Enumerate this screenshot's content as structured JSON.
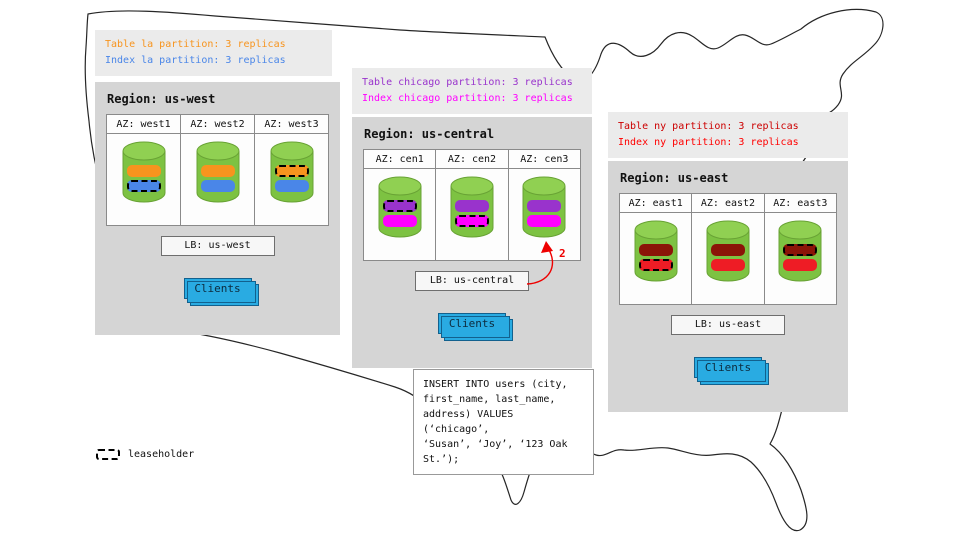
{
  "colors": {
    "panel_gray": "#d5d5d5",
    "note_gray": "#ebebeb",
    "cylinder_green": "#7dc242",
    "clients_blue": "#29abe2",
    "arrow_red": "#ee0000"
  },
  "legend": {
    "label": "leaseholder"
  },
  "annotation": {
    "step_number": "2"
  },
  "sql_box": {
    "lines": [
      "INSERT INTO users (city,",
      "first_name, last_name,",
      "address) VALUES (‘chicago’,",
      "‘Susan’, ‘Joy’, ‘123 Oak",
      "St.’);"
    ]
  },
  "regions": [
    {
      "title": "Region: us-west",
      "note_lines": [
        {
          "text": "Table la partition: 3 replicas",
          "color": "#f7941e"
        },
        {
          "text": "Index la partition: 3 replicas",
          "color": "#4a86e8"
        }
      ],
      "azs": [
        {
          "label": "AZ: west1",
          "bars": [
            {
              "color": "#f7941e",
              "dashed": false
            },
            {
              "color": "#4a86e8",
              "dashed": true
            }
          ]
        },
        {
          "label": "AZ: west2",
          "bars": [
            {
              "color": "#f7941e",
              "dashed": false
            },
            {
              "color": "#4a86e8",
              "dashed": false
            }
          ]
        },
        {
          "label": "AZ: west3",
          "bars": [
            {
              "color": "#f7941e",
              "dashed": true
            },
            {
              "color": "#4a86e8",
              "dashed": false
            }
          ]
        }
      ],
      "lb_label": "LB: us-west",
      "clients_label": "Clients"
    },
    {
      "title": "Region: us-central",
      "note_lines": [
        {
          "text": "Table chicago partition: 3 replicas",
          "color": "#9933cc"
        },
        {
          "text": "Index chicago partition: 3 replicas",
          "color": "#ff00ff"
        }
      ],
      "azs": [
        {
          "label": "AZ: cen1",
          "bars": [
            {
              "color": "#9933cc",
              "dashed": true
            },
            {
              "color": "#ff00ff",
              "dashed": false
            }
          ]
        },
        {
          "label": "AZ: cen2",
          "bars": [
            {
              "color": "#9933cc",
              "dashed": false
            },
            {
              "color": "#ff00ff",
              "dashed": true
            }
          ]
        },
        {
          "label": "AZ: cen3",
          "bars": [
            {
              "color": "#9933cc",
              "dashed": false
            },
            {
              "color": "#ff00ff",
              "dashed": false
            }
          ]
        }
      ],
      "lb_label": "LB: us-central",
      "clients_label": "Clients"
    },
    {
      "title": "Region: us-east",
      "note_lines": [
        {
          "text": "Table ny partition: 3 replicas",
          "color": "#cc0000"
        },
        {
          "text": "Index ny partition: 3 replicas",
          "color": "#ff0000"
        }
      ],
      "azs": [
        {
          "label": "AZ: east1",
          "bars": [
            {
              "color": "#8b1408",
              "dashed": false
            },
            {
              "color": "#ee1c25",
              "dashed": true
            }
          ]
        },
        {
          "label": "AZ: east2",
          "bars": [
            {
              "color": "#8b1408",
              "dashed": false
            },
            {
              "color": "#ee1c25",
              "dashed": false
            }
          ]
        },
        {
          "label": "AZ: east3",
          "bars": [
            {
              "color": "#8b1408",
              "dashed": true
            },
            {
              "color": "#ee1c25",
              "dashed": false
            }
          ]
        }
      ],
      "lb_label": "LB: us-east",
      "clients_label": "Clients"
    }
  ]
}
